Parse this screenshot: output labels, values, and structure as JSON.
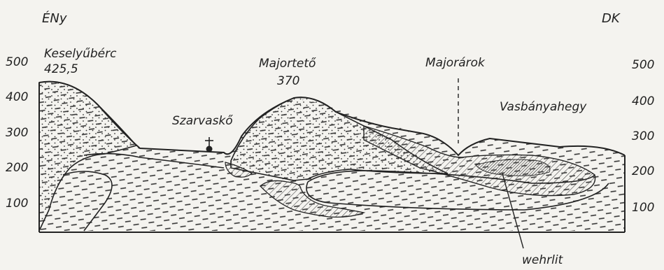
{
  "orientation": {
    "left": "ÉNy",
    "right": "DK"
  },
  "axis": {
    "ticks": [
      "500",
      "400",
      "300",
      "200",
      "100"
    ]
  },
  "places": {
    "keselyuberc": {
      "name": "Keselyűbérc",
      "elevation": "425,5"
    },
    "szarvasko": {
      "name": "Szarvaskő"
    },
    "majorteto": {
      "name": "Majortető",
      "elevation": "370"
    },
    "majorarok": {
      "name": "Majorárok"
    },
    "vasbanyahegy": {
      "name": "Vasbányahegy"
    }
  },
  "annotation": {
    "wehrlit": "wehrlit"
  },
  "colors": {
    "ink": "#222222",
    "paper": "#f4f3ef",
    "hatch": "#444444",
    "dense": "#555555"
  }
}
